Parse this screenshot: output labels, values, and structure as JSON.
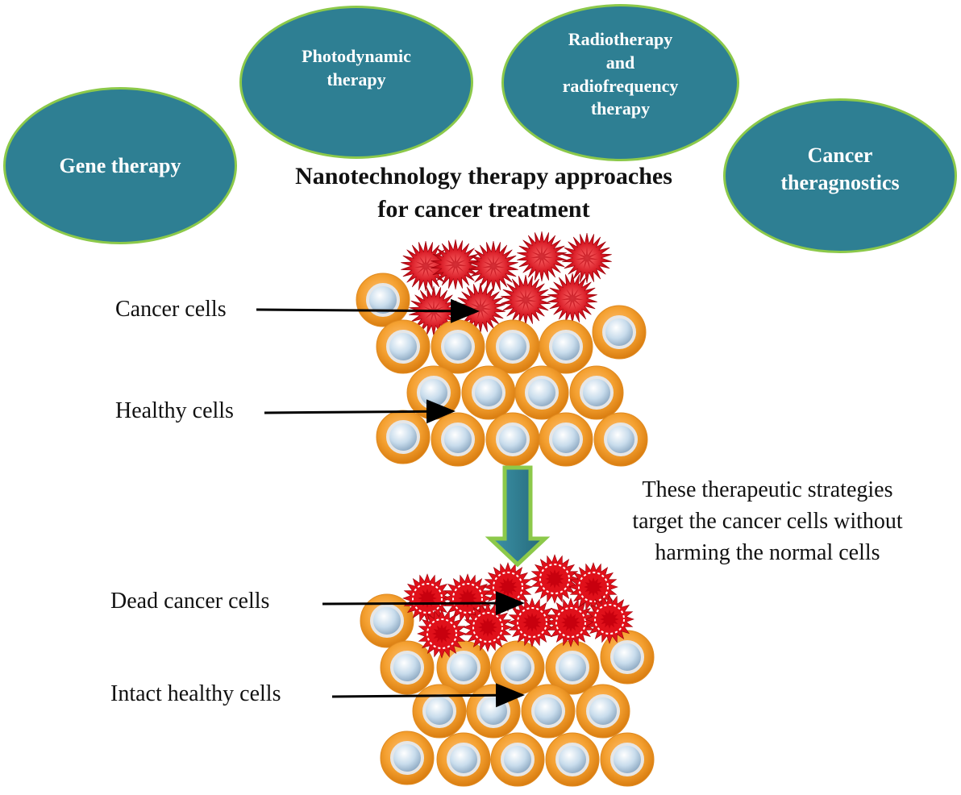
{
  "therapies": [
    {
      "id": "gene",
      "lines": [
        "Gene therapy"
      ]
    },
    {
      "id": "photodynamic",
      "lines": [
        "Photodynamic",
        "therapy"
      ]
    },
    {
      "id": "radio",
      "lines": [
        "Radiotherapy",
        "and",
        "radiofrequency",
        "therapy"
      ]
    },
    {
      "id": "theragnostics",
      "lines": [
        "Cancer",
        "theragnostics"
      ]
    }
  ],
  "title": {
    "line1": "Nanotechnology therapy approaches",
    "line2": "for cancer treatment"
  },
  "labels": {
    "cancer_cells": "Cancer cells",
    "healthy_cells": "Healthy cells",
    "dead_cancer_cells": "Dead cancer cells",
    "intact_healthy_cells": "Intact healthy cells"
  },
  "note": {
    "line1": "These therapeutic strategies",
    "line2": "target the cancer cells without",
    "line3": "harming the normal cells"
  },
  "colors": {
    "oval_fill": "#2e7f93",
    "oval_border": "#8cc94a",
    "healthy_cell_outer": "#f4a030",
    "healthy_cell_nucleus": "#c8dcec",
    "cancer_cell": "#d4121e",
    "dead_cancer_cell": "#e0101a",
    "arrow_fill": "#2e7f93",
    "arrow_border": "#8cc94a"
  }
}
